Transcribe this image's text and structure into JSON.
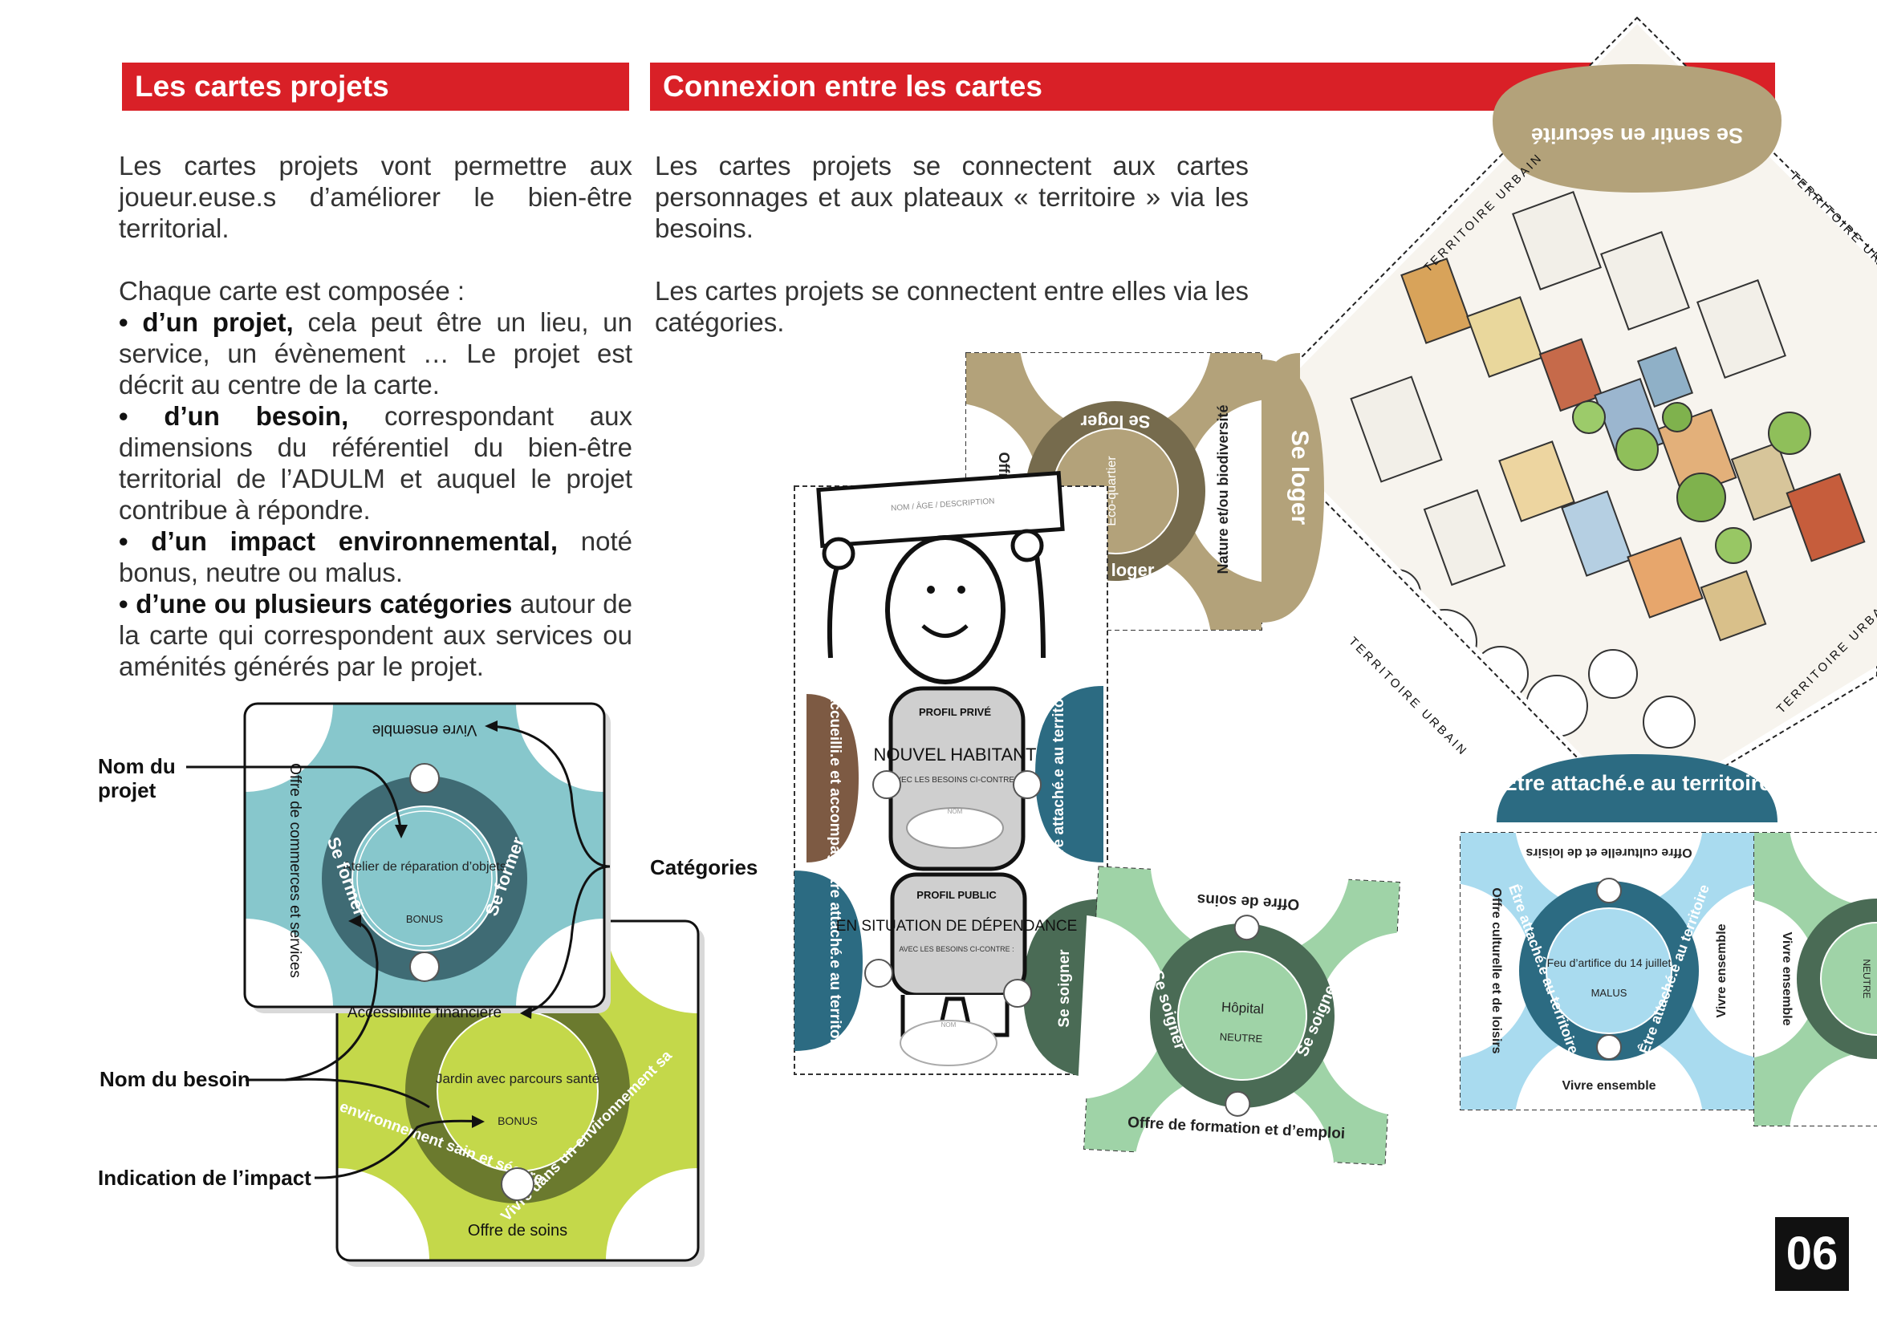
{
  "headers": {
    "left": "Les cartes projets",
    "right": "Connexion entre les cartes"
  },
  "left_column": {
    "intro": "Les cartes projets vont permettre aux joueur.euse.s d’améliorer le bien-être territorial.",
    "composition_intro": "Chaque carte est composée :",
    "items": [
      {
        "bold": "• d’un projet,",
        "text": " cela peut être un lieu, un service, un évènement … Le projet est décrit au centre de la carte."
      },
      {
        "bold": "• d’un besoin,",
        "text": " correspondant aux dimensions du référentiel du bien-être territorial de l’ADULM et auquel le projet contribue à répondre."
      },
      {
        "bold": "• d’un impact environnemental,",
        "text": " noté bonus, neutre ou malus."
      },
      {
        "bold": "• d’une ou plusieurs catégories",
        "text": " autour de la carte qui correspondent aux services ou aménités générés par le projet."
      }
    ]
  },
  "right_column": {
    "para1": "Les cartes projets se connectent aux cartes personnages et aux plateaux « territoire » via les besoins.",
    "para2": "Les cartes projets se connectent entre elles via les catégories."
  },
  "callouts": {
    "nom_projet": "Nom du projet",
    "categories": "Catégories",
    "nom_besoin": "Nom du besoin",
    "impact": "Indication de l’impact"
  },
  "example_card_front": {
    "top": "Vivre ensemble",
    "left": "Offre de commerces et services",
    "bottom": "Accessibilité financière",
    "need": "Se former",
    "project": "Atelier de réparation d’objets",
    "impact": "BONUS"
  },
  "example_card_back": {
    "project": "Jardin avec parcours santé",
    "impact": "BONUS",
    "need_left": "environnement sain et sécure",
    "need_right": "Vivre dans un environnement sa",
    "bottom": "Offre de soins"
  },
  "board": {
    "label": "TERRITOIRE URBAIN",
    "needs": [
      "Se sentir en sécurité",
      "Se loger",
      "Être attaché.e au territoire"
    ]
  },
  "card_loger": {
    "need": "Se loger",
    "project": "Eco-quartier",
    "right": "Nature et/ou biodiversité",
    "left": "Offr"
  },
  "character": {
    "sign": "NOM / ÂGE / DESCRIPTION",
    "profile1_tag": "PROFIL PRIVÉ",
    "profile1_title": "NOUVEL HABITANT",
    "profile1_sub": "AVEC LES BESOINS CI-CONTRE :",
    "profile1_name": "NOM",
    "profile2_tag": "PROFIL PUBLIC",
    "profile2_title": "EN SITUATION DE DÉPENDANCE",
    "profile2_sub": "AVEC LES BESOINS CI-CONTRE :",
    "profile2_name": "NOM",
    "need_left1": "Être accueilli.e et accompagné.e",
    "need_right1": "Être attaché.e au territoire",
    "need_left2": "Être attaché.e au territoire",
    "need_right2": "Se soigner"
  },
  "card_hopital": {
    "top": "Offre de soins",
    "bottom": "Offre de formation et d’emploi",
    "need": "Se soigner",
    "project": "Hôpital",
    "impact": "NEUTRE"
  },
  "card_feu": {
    "top": "Offre culturelle et de loisirs",
    "left": "Offre culturelle et de loisirs",
    "right": "Vivre ensemble",
    "bottom": "Vivre ensemble",
    "need": "Être attaché.e au territoire",
    "project": "Feu d’artifice du 14 juillet",
    "impact": "MALUS"
  },
  "card_partial": {
    "left": "Vivre ensemble",
    "impact": "NEUTRE"
  },
  "page_number": "06",
  "colors": {
    "banner": "#d92027",
    "teal": "#87c7cc",
    "teal_dark": "#3f6b74",
    "lime": "#c4d84a",
    "olive": "#6b7a2e",
    "khaki": "#b3a27a",
    "khaki_dark": "#766b4d",
    "mint": "#9fd3a7",
    "forest": "#4a6b55",
    "sky": "#a9dbef",
    "navy": "#2c6b82",
    "brown": "#7d5a43"
  }
}
